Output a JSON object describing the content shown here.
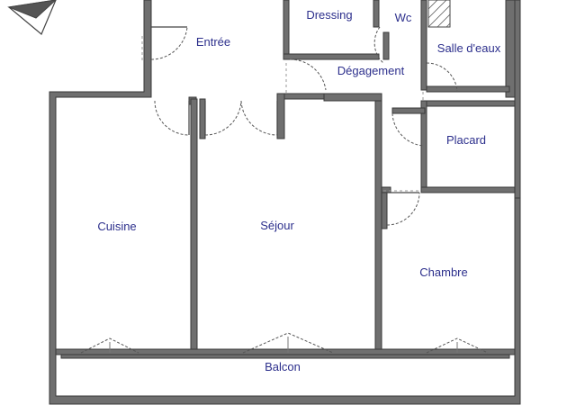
{
  "rooms": {
    "entree": "Entrée",
    "dressing": "Dressing",
    "wc": "Wc",
    "salle_deaux": "Salle d'eaux",
    "degagement": "Dégagement",
    "placard": "Placard",
    "cuisine": "Cuisine",
    "sejour": "Séjour",
    "chambre": "Chambre",
    "balcon": "Balcon"
  },
  "icons": {
    "compass": "north-arrow-icon"
  },
  "colors": {
    "wall": "#6f6f6f",
    "label": "#2c2f8c"
  }
}
